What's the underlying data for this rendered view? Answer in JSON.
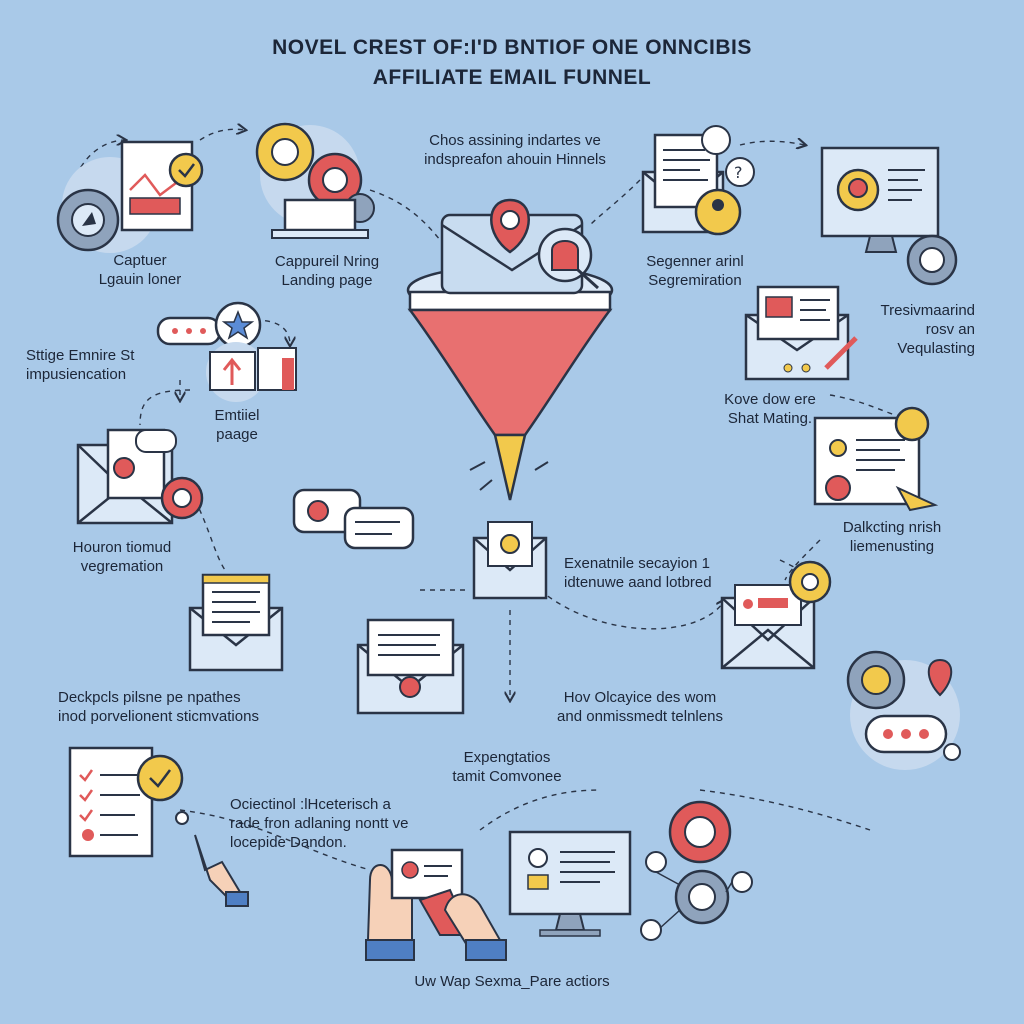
{
  "title": {
    "line1": "NOVEL CREST OF:I'D BNTIOF ONE ONNCIBIS",
    "line2": "AFFILIATE EMAIL FUNNEL"
  },
  "labels": {
    "capture_lead": [
      "Captuer",
      "Lgauin loner"
    ],
    "landing_page": [
      "Cappureil Nring",
      "Landing page"
    ],
    "top_note": [
      "Chos assining indartes ve",
      "indspreafon ahouin Hinnels"
    ],
    "segmentation": [
      "Segenner arinl",
      "Segremiration"
    ],
    "testimonial": [
      "Tresivmaarind",
      "rosv an",
      "Vequlasting"
    ],
    "strategy": [
      "Sttige Emnire St",
      "impusiencation"
    ],
    "email_page": [
      "Emtiiel",
      "paage"
    ],
    "kove_down": [
      "Kove dow ere",
      "Shat Mating."
    ],
    "hour_segmentation": [
      "Houron tiomud",
      "vegremation"
    ],
    "dalkcting": [
      "Dalkcting nrish",
      "liemenusting"
    ],
    "exenatnile": [
      "Exenatnile secayion  1",
      "idtenuwe aand lotbred"
    ],
    "deckpols": [
      "Deckpcls pilsne pe npathes",
      "inod porvelionent sticmvations"
    ],
    "hov_olcayice": [
      "Hov Olcayice des wom",
      "and onmissmedt telnlens"
    ],
    "expengtatios": [
      "Expengtatios",
      "tamit Comvonee"
    ],
    "ociestinol": [
      "Ociectinol :lHceterisch a",
      "rade fron adlaning nontt ve",
      "locepide Dandon."
    ],
    "bottom": [
      "Uw Wap Sexma_Pare actiors"
    ]
  },
  "colors": {
    "background": "#a9c9e8",
    "outline": "#2a3446",
    "red": "#e05a5a",
    "yellow": "#f2c94c",
    "blue_light": "#dce9f7",
    "gear_grey": "#8a98ab",
    "white": "#ffffff"
  }
}
